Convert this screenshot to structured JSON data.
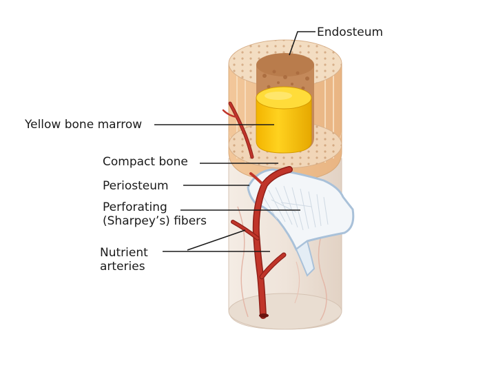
{
  "labels": {
    "endosteum": "Endosteum",
    "yellow_bone_marrow": "Yellow bone marrow",
    "compact_bone": "Compact bone",
    "periosteum": "Periosteum",
    "perforating_line1": "Perforating",
    "perforating_line2": "(Sharpey’s) fibers",
    "nutrient_line1": "Nutrient",
    "nutrient_line2": "arteries"
  },
  "colors": {
    "compact_bone": "#f1d9be",
    "bone_outer": "#ecdccd",
    "spongy_bone": "#c48a57",
    "marrow": "#f6c400",
    "marrow_highlight": "#ffe14a",
    "artery": "#c0352a",
    "artery_dark": "#8e1f18",
    "periosteum": "#bfd3e6",
    "fibers": "#e9eef4",
    "leader_line": "#1a1a1a"
  }
}
